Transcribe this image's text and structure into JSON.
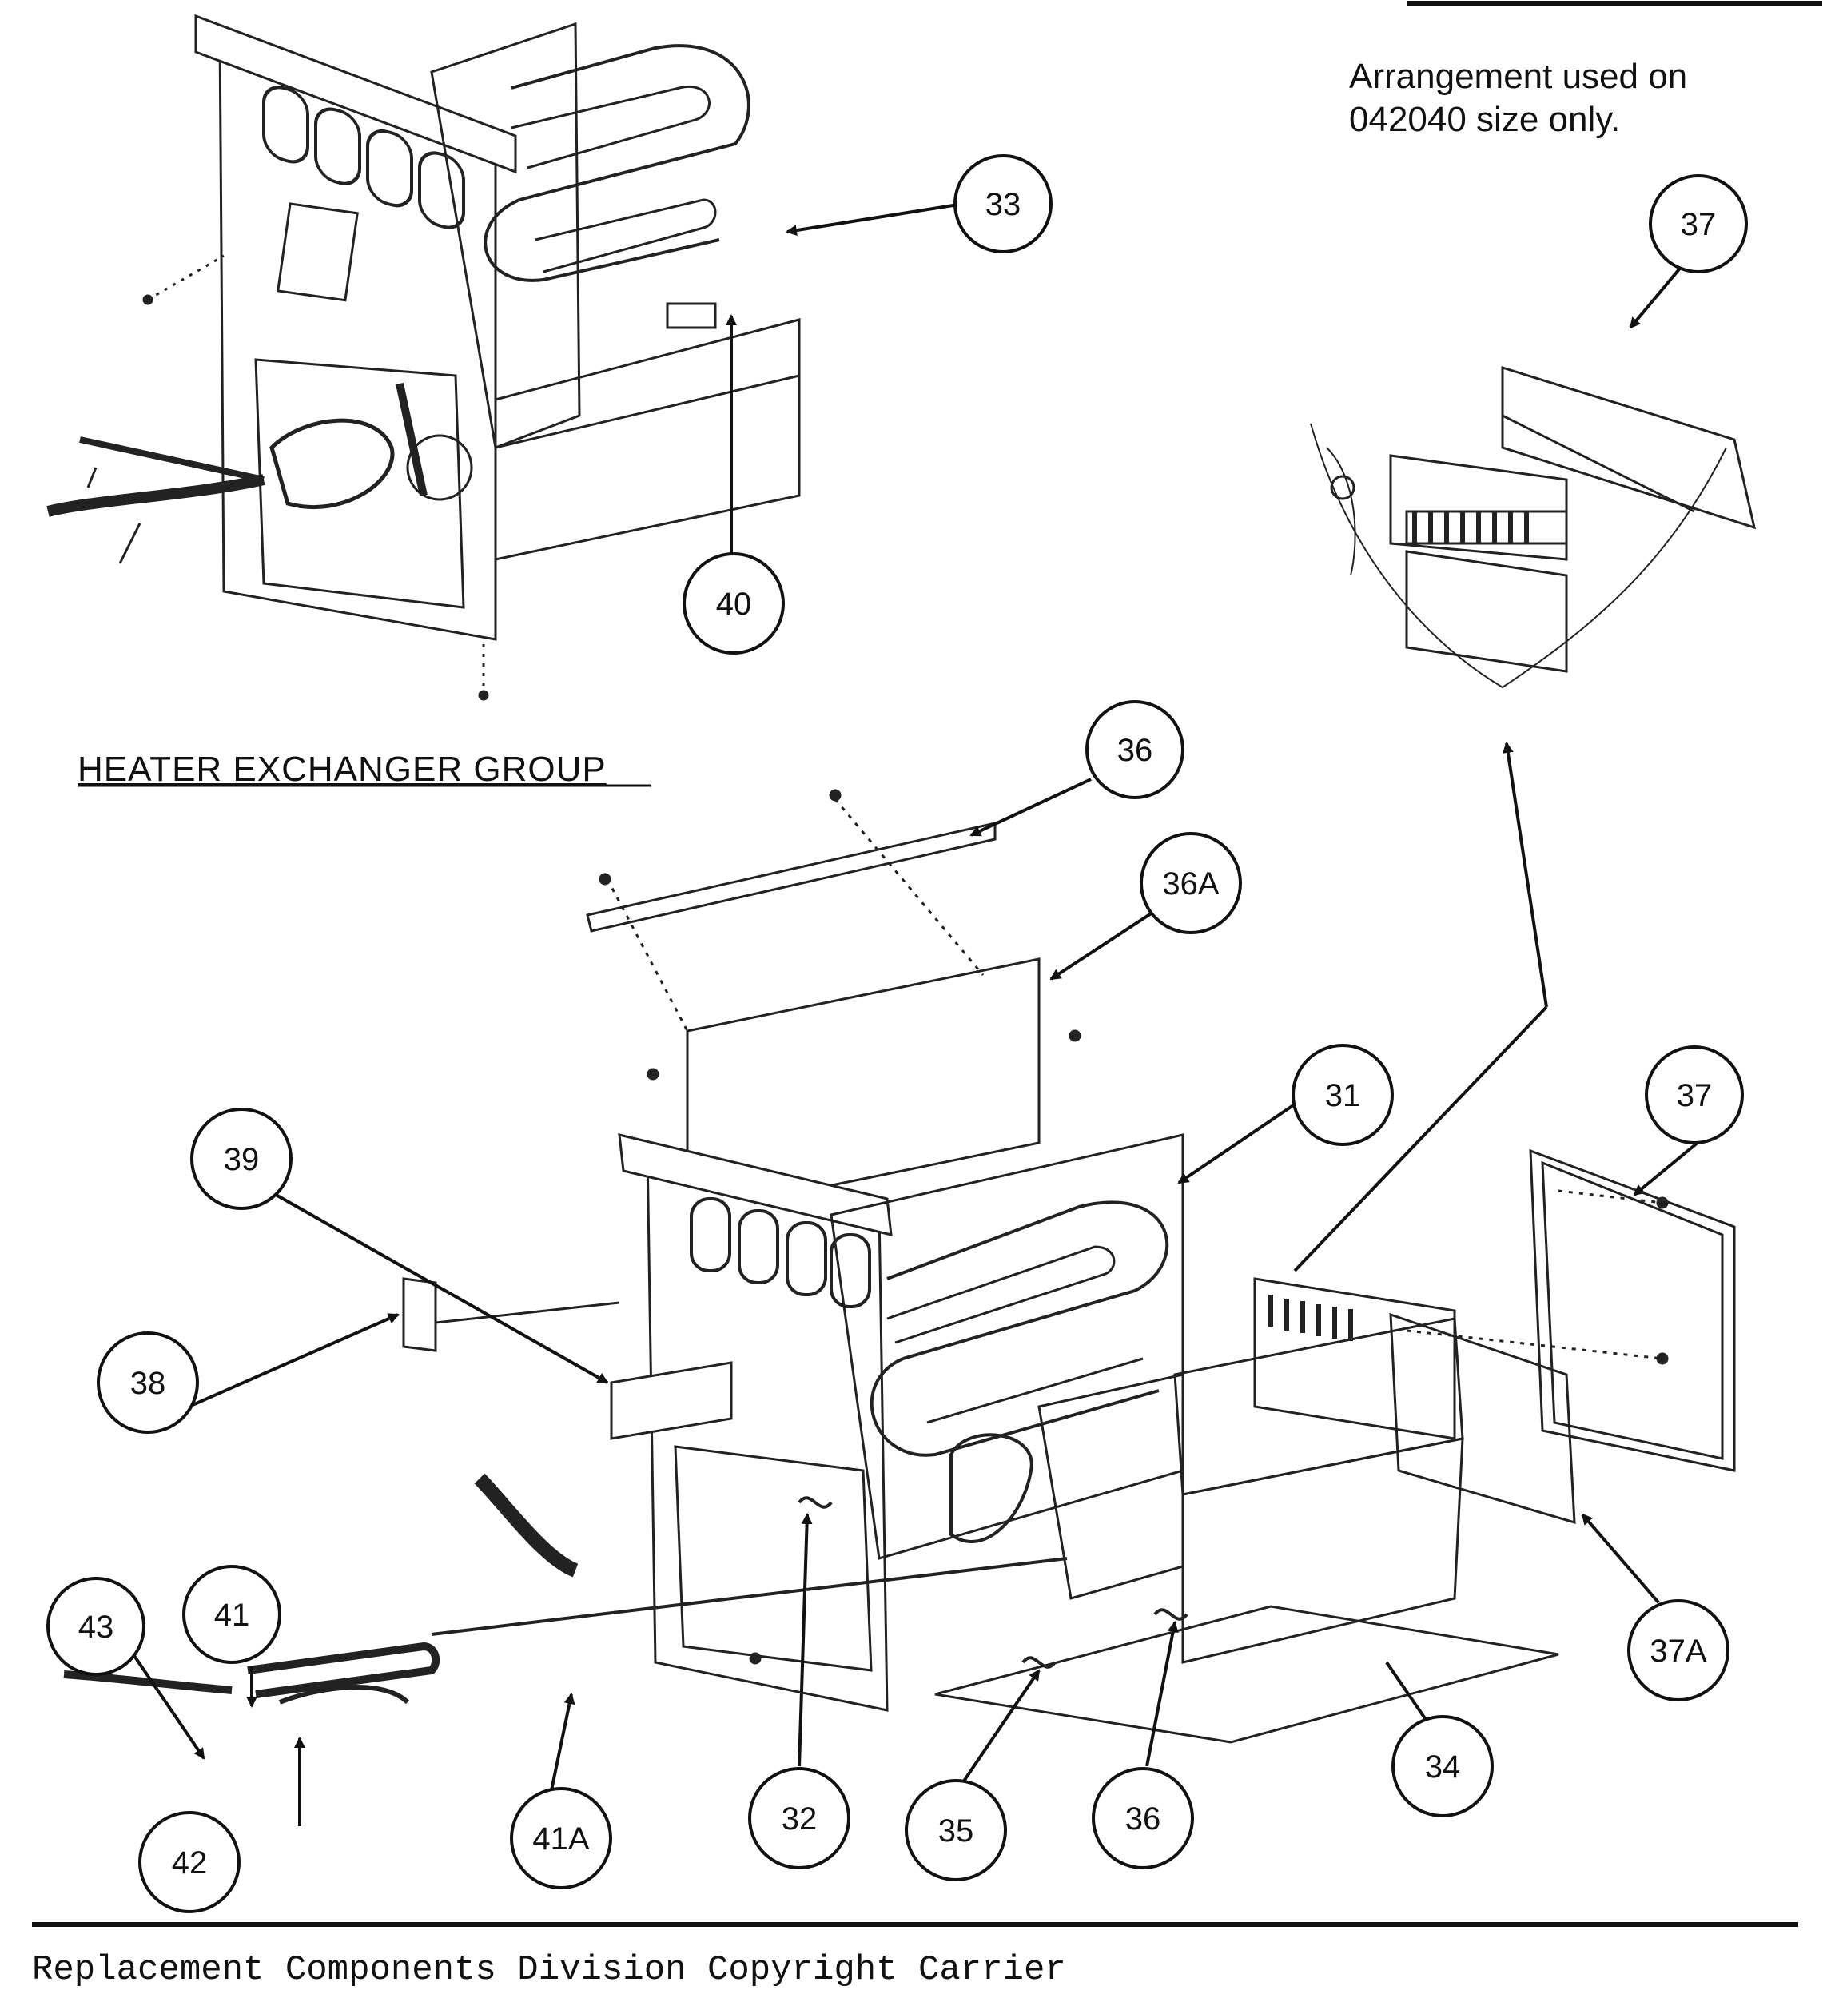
{
  "note": {
    "line1": "Arrangement used on",
    "line2": "042040 size only."
  },
  "group_title": "HEATER EXCHANGER GROUP",
  "footer_text": "Replacement Components Division    Copyright Carrier",
  "callouts": [
    {
      "id": "c33a",
      "label": "33"
    },
    {
      "id": "c40",
      "label": "40"
    },
    {
      "id": "c37a",
      "label": "37"
    },
    {
      "id": "c36a",
      "label": "36"
    },
    {
      "id": "c36A",
      "label": "36A"
    },
    {
      "id": "c31",
      "label": "31"
    },
    {
      "id": "c37b",
      "label": "37"
    },
    {
      "id": "c39",
      "label": "39"
    },
    {
      "id": "c38",
      "label": "38"
    },
    {
      "id": "c43",
      "label": "43"
    },
    {
      "id": "c41",
      "label": "41"
    },
    {
      "id": "c37A",
      "label": "37A"
    },
    {
      "id": "c34",
      "label": "34"
    },
    {
      "id": "c42",
      "label": "42"
    },
    {
      "id": "c41A",
      "label": "41A"
    },
    {
      "id": "c32",
      "label": "32"
    },
    {
      "id": "c35",
      "label": "35"
    },
    {
      "id": "c36b",
      "label": "36"
    }
  ]
}
